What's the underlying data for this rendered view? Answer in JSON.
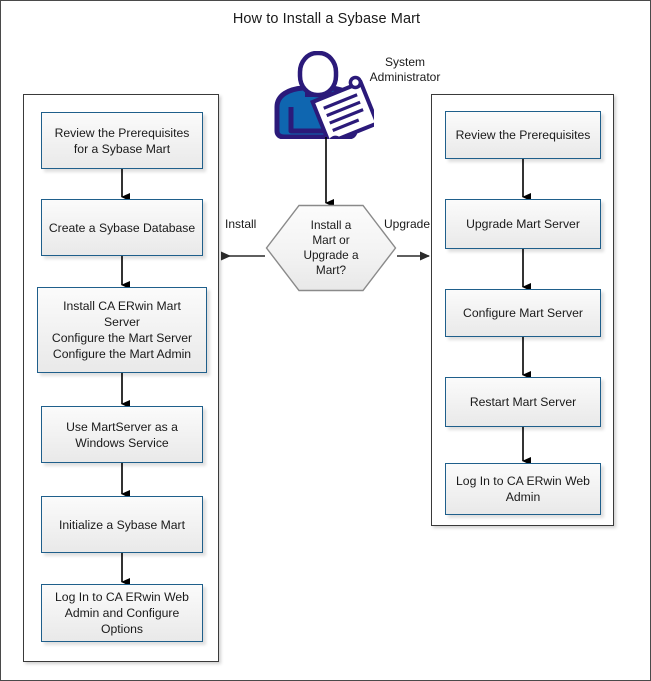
{
  "title": "How to Install a Sybase Mart",
  "actor": {
    "icon": "system-administrator-person-icon",
    "label": "System\nAdministrator"
  },
  "decision": {
    "text": "Install a\nMart or\nUpgrade a\nMart?",
    "branches": {
      "left_label": "Install",
      "right_label": "Upgrade"
    }
  },
  "lanes": [
    {
      "id": "install",
      "nodes": [
        {
          "id": "l1",
          "text": "Review the Prerequisites\nfor a Sybase Mart"
        },
        {
          "id": "l2",
          "text": "Create a Sybase Database"
        },
        {
          "id": "l3",
          "text": "Install CA ERwin Mart Server\nConfigure the Mart Server\nConfigure the Mart Admin"
        },
        {
          "id": "l4",
          "text": "Use MartServer as a\nWindows Service"
        },
        {
          "id": "l5",
          "text": "Initialize a Sybase Mart"
        },
        {
          "id": "l6",
          "text": "Log In to CA ERwin Web\nAdmin and Configure\nOptions"
        }
      ]
    },
    {
      "id": "upgrade",
      "nodes": [
        {
          "id": "r1",
          "text": "Review the Prerequisites"
        },
        {
          "id": "r2",
          "text": "Upgrade Mart Server"
        },
        {
          "id": "r3",
          "text": "Configure Mart Server"
        },
        {
          "id": "r4",
          "text": "Restart Mart Server"
        },
        {
          "id": "r5",
          "text": "Log In to CA ERwin Web\nAdmin"
        }
      ]
    }
  ],
  "colors": {
    "node_border": "#1f5f8b",
    "node_fill_top": "#fbfbfb",
    "node_fill_bottom": "#e9e9e9",
    "lane_border": "#3a3a3a",
    "connector": "#000000",
    "hexagon_stroke": "#808080",
    "actor_outline": "#2b1a7a",
    "actor_body": "#0f66b0",
    "page_border": "#4a4a4a",
    "text": "#1a1a1a"
  }
}
